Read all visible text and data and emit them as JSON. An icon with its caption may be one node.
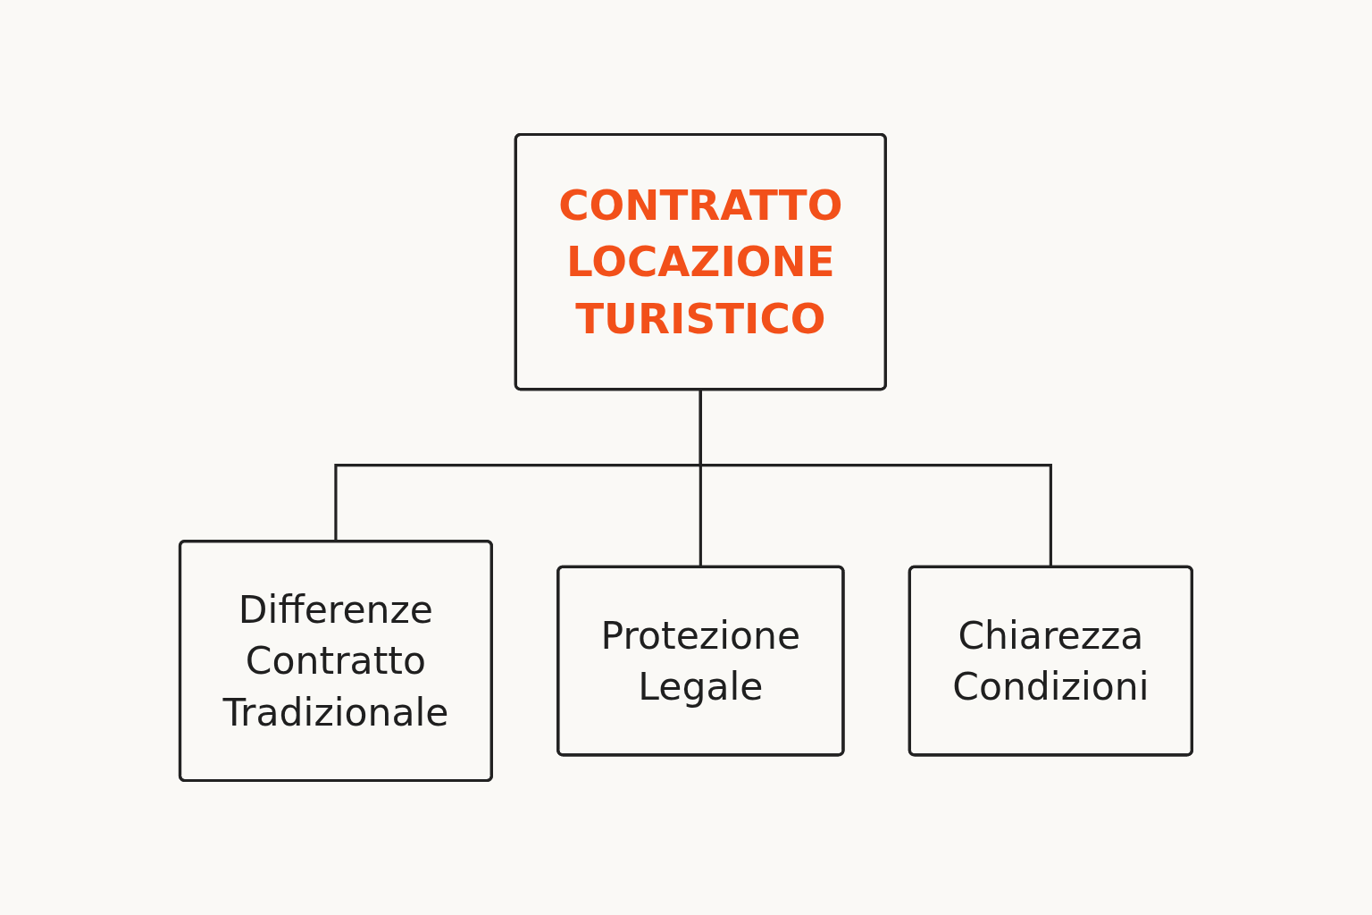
{
  "diagram": {
    "nodes": [
      {
        "text": [
          "CONTRATTO LOCAZIONE TURISTICO"
        ]
      },
      {
        "text": [
          "Differenze Contratto Tradizionale"
        ]
      },
      {
        "text": [
          "Protezione Legale"
        ]
      },
      {
        "text": [
          "Chiarezza Condizioni"
        ]
      }
    ],
    "edges": [
      {
        "from": 0,
        "to": 1,
        "arrow": "none"
      },
      {
        "from": 0,
        "to": 2,
        "arrow": "none"
      },
      {
        "from": 0,
        "to": 3,
        "arrow": "none"
      }
    ]
  }
}
